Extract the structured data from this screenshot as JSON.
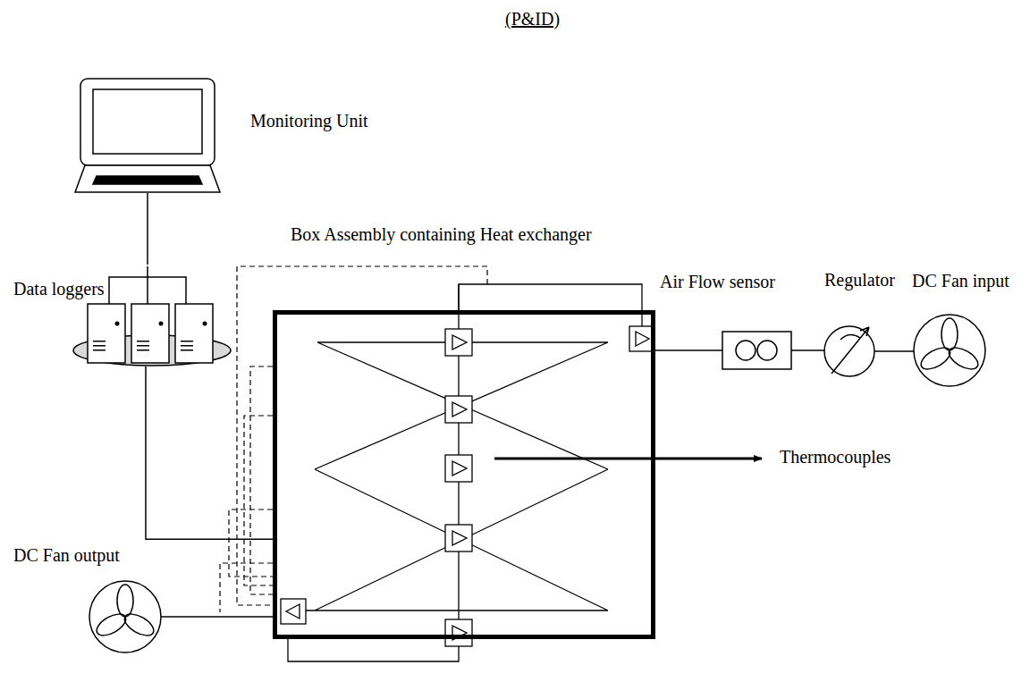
{
  "diagram": {
    "title": "(P&ID)",
    "nodes": [
      {
        "text": [
          "Monitoring Unit"
        ]
      },
      {
        "text": [
          "Data loggers"
        ]
      },
      {
        "text": [
          "Box Assembly containing Heat exchanger"
        ]
      },
      {
        "text": [
          "Air Flow sensor"
        ]
      },
      {
        "text": [
          "Regulator"
        ]
      },
      {
        "text": [
          "DC Fan input"
        ]
      },
      {
        "text": [
          "DC Fan output"
        ]
      }
    ],
    "edges": [
      {
        "from": 0,
        "to": 1,
        "arrow": "none"
      },
      {
        "from": 1,
        "to": 2,
        "arrow": "none"
      },
      {
        "from": 2,
        "to": 3,
        "arrow": "none"
      },
      {
        "from": 3,
        "to": 4,
        "arrow": "none"
      },
      {
        "from": 4,
        "to": 5,
        "arrow": "none"
      },
      {
        "from": 6,
        "to": 2,
        "arrow": "none"
      }
    ],
    "labels": [
      "Thermocouples"
    ]
  }
}
